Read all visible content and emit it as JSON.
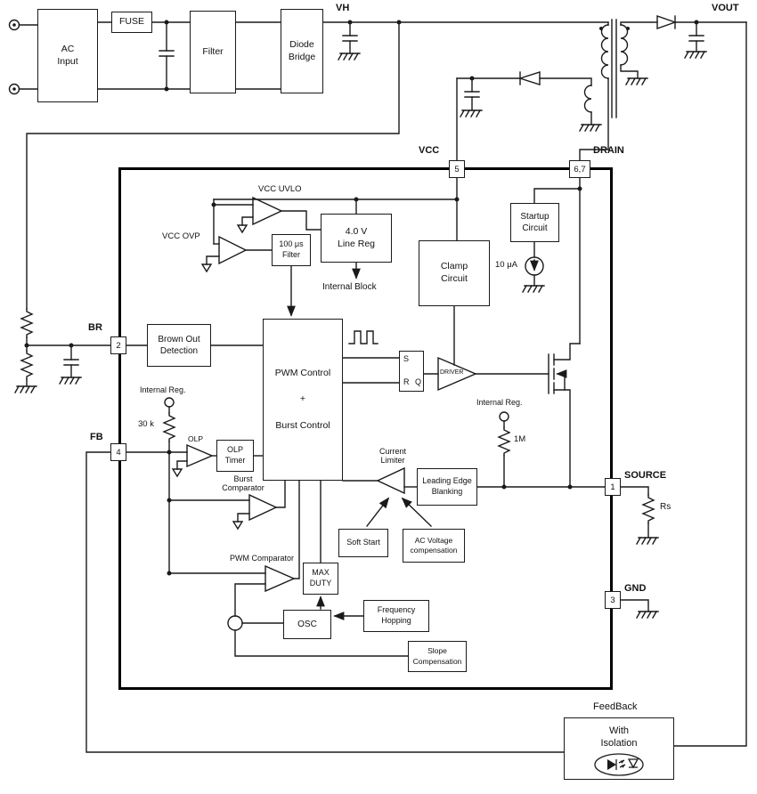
{
  "colors": {
    "wire": "#1a1a1a",
    "ic_border": "#000000",
    "background": "#ffffff"
  },
  "pins": {
    "vh": "VH",
    "vout": "VOUT",
    "vcc": "VCC",
    "drain": "DRAIN",
    "br": "BR",
    "fb": "FB",
    "source": "SOURCE",
    "gnd": "GND",
    "vcc_num": "5",
    "drain_num": "6,7",
    "br_num": "2",
    "fb_num": "4",
    "source_num": "1",
    "gnd_num": "3"
  },
  "blocks": {
    "ac_input": [
      "AC",
      "Input"
    ],
    "fuse": [
      "FUSE"
    ],
    "filter": [
      "Filter"
    ],
    "diode_bridge": [
      "Diode",
      "Bridge"
    ],
    "line_reg": [
      "4.0 V",
      "Line Reg"
    ],
    "filter_100us": [
      "100 μs",
      "Filter"
    ],
    "startup": [
      "Startup",
      "Circuit"
    ],
    "clamp": [
      "Clamp",
      "Circuit"
    ],
    "brown_out": [
      "Brown Out",
      "Detection"
    ],
    "pwm_control": [
      "PWM Control",
      "+",
      "Burst Control"
    ],
    "olp_timer": [
      "OLP",
      "Timer"
    ],
    "leb": [
      "Leading Edge",
      "Blanking"
    ],
    "soft_start": [
      "Soft Start"
    ],
    "ac_comp": [
      "AC Voltage",
      "compensation"
    ],
    "max_duty": [
      "MAX",
      "DUTY"
    ],
    "osc": [
      "OSC"
    ],
    "freq_hop": [
      "Frequency",
      "Hopping"
    ],
    "slope_comp": [
      "Slope",
      "Compensation"
    ],
    "feedback_iso": [
      "With",
      "Isolation"
    ]
  },
  "labels": {
    "vcc_uvlo": "VCC UVLO",
    "vcc_ovp": "VCC OVP",
    "internal_block": "Internal Block",
    "startup_current": "10 μA",
    "internal_reg": "Internal Reg.",
    "r30k": "30 k",
    "r1m": "1M",
    "olp": "OLP",
    "burst": [
      "Burst",
      "Comparator"
    ],
    "pwm_comp": "PWM Comparator",
    "current_limiter": [
      "Current",
      "Limiter"
    ],
    "driver": "DRIVER",
    "rs": "Rs",
    "feedback": "FeedBack",
    "sr_s": "S",
    "sr_r": "R",
    "sr_q": "Q"
  }
}
